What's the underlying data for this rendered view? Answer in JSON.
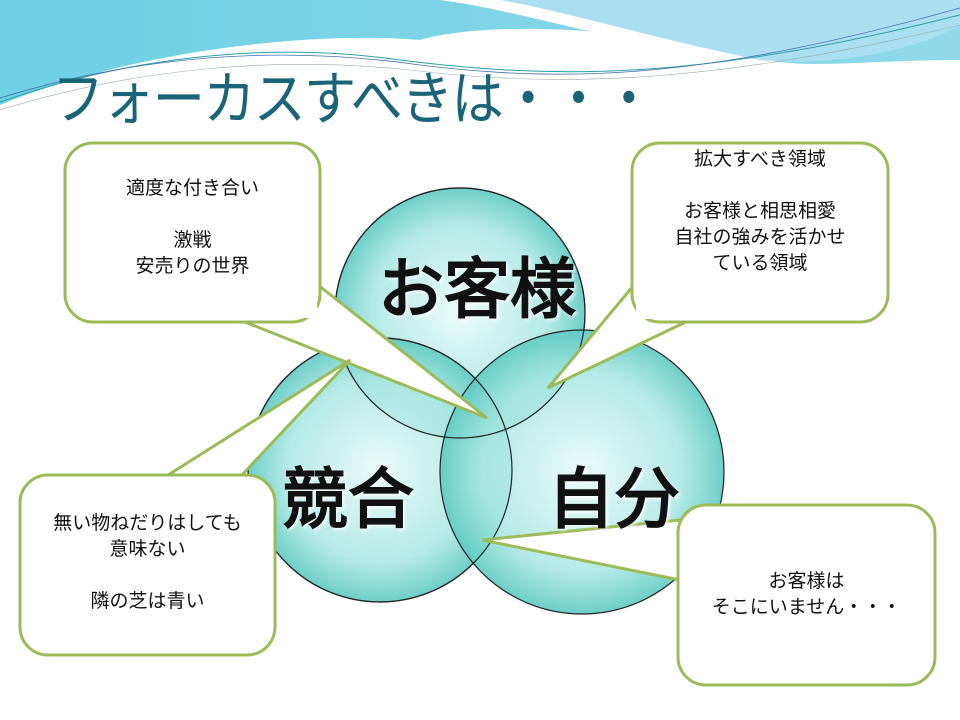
{
  "title": "フォーカスすべきは・・・",
  "circles": {
    "customer": "お客様",
    "competitor": "競合",
    "self": "自分"
  },
  "callouts": {
    "top_left": [
      "適度な付き合い",
      "",
      "激戦",
      "安売りの世界"
    ],
    "top_right": [
      "拡大すべき領域",
      "",
      "お客様と相思相愛",
      "自社の強みを活かせ",
      "ている領域"
    ],
    "bottom_left": [
      "無い物ねだりはしても",
      "意味ない",
      "",
      "隣の芝は青い"
    ],
    "bottom_right": [
      "お客様は",
      "そこにいません・・・"
    ]
  },
  "colors": {
    "title": "#1b6478",
    "callout_border": "#9bbb59",
    "circle_fill": "#9fe0dc"
  }
}
